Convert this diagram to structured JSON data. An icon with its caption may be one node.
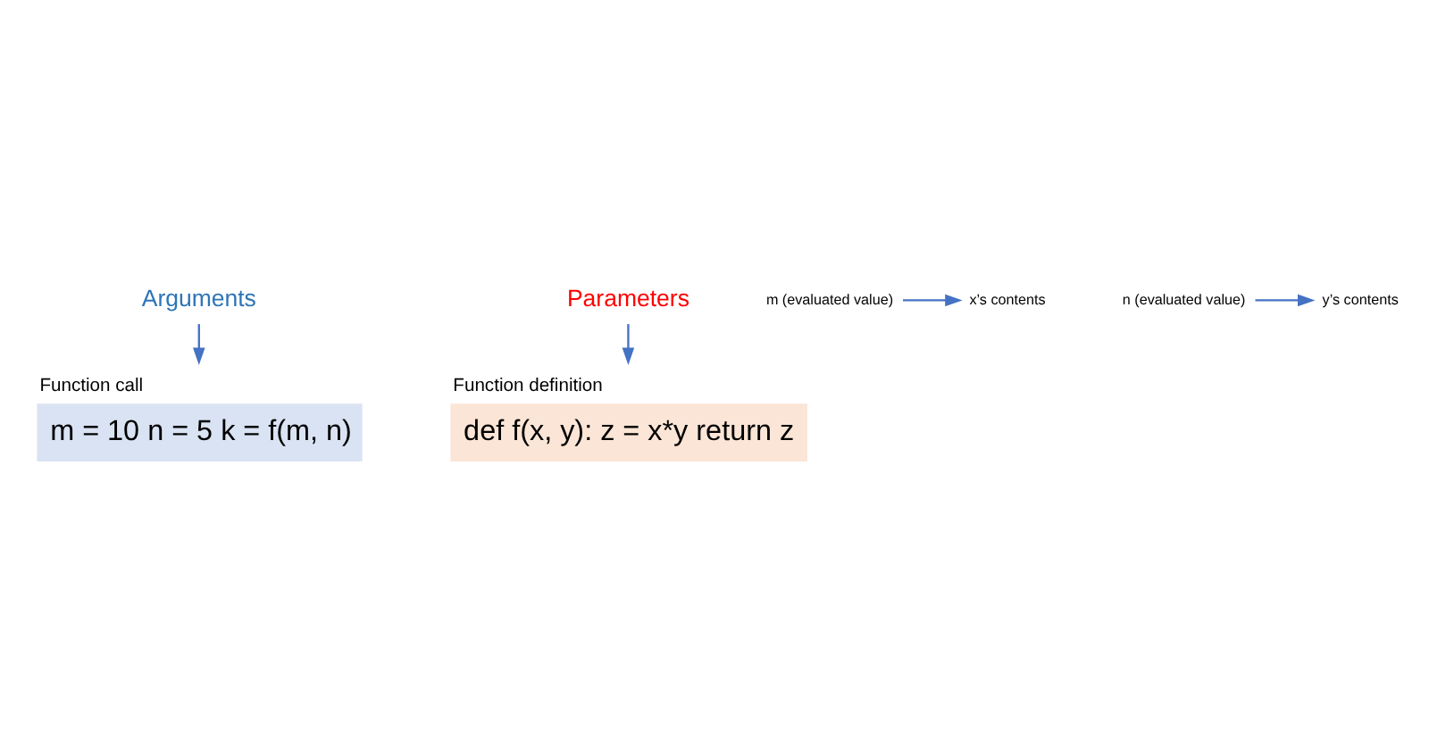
{
  "diagram": {
    "nodes": [
      {
        "text": [
          "Function call",
          "m = 10 n = 5 k = f(m, n)"
        ]
      },
      {
        "text": [
          "Function definition",
          "def f(x, y): z = x*y return z"
        ]
      },
      {
        "text": [
          "Parameters"
        ]
      },
      {
        "text": [
          "Arguments"
        ]
      },
      {
        "text": [
          "m (evaluated value)"
        ]
      },
      {
        "text": [
          "x’s contents"
        ]
      },
      {
        "text": [
          "n (evaluated value)"
        ]
      },
      {
        "text": [
          "y’s contents"
        ]
      }
    ],
    "edges": [
      {
        "from": 2,
        "to": 1,
        "arrow": "to"
      },
      {
        "from": 3,
        "to": 0,
        "arrow": "to"
      },
      {
        "from": 4,
        "to": 5,
        "arrow": "to"
      },
      {
        "from": 6,
        "to": 7,
        "arrow": "to"
      }
    ]
  }
}
